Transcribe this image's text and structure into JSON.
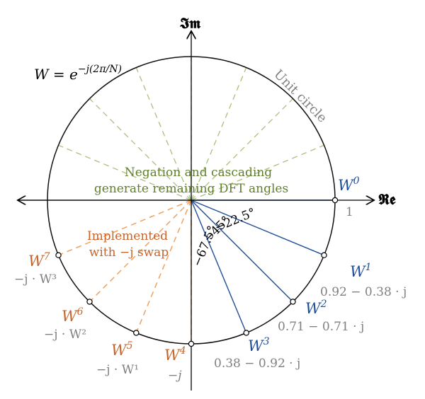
{
  "colors": {
    "axis": "#000000",
    "circle": "#111111",
    "blue": "#1f4e96",
    "orange": "#c8642a",
    "orange_dash": "#f0a15e",
    "green_dash": "#a9bf7d",
    "green_text": "#5f7f2a",
    "gray": "#808080"
  },
  "axes": {
    "imag": "𝕴𝖒",
    "real": "𝕽𝖊"
  },
  "formula": {
    "w": "W = e",
    "exp": "−j(2π/N)"
  },
  "circle_label": "Unit circle",
  "center_note": [
    "Negation and cascading",
    "generate remaining DFT angles"
  ],
  "swap_note": [
    "Implemented",
    "with −j swap"
  ],
  "angle_labels": [
    "−22.5°",
    "−45°",
    "−67.5°"
  ],
  "twiddles": [
    {
      "base": "W",
      "power": "0",
      "value": "1"
    },
    {
      "base": "W",
      "power": "1",
      "value": "0.92 − 0.38 · j"
    },
    {
      "base": "W",
      "power": "2",
      "value": "0.71 − 0.71 · j"
    },
    {
      "base": "W",
      "power": "3",
      "value": "0.38 − 0.92 · j"
    },
    {
      "base": "W",
      "power": "4",
      "value": "−j"
    },
    {
      "base": "W",
      "power": "5",
      "value": "−j · W¹"
    },
    {
      "base": "W",
      "power": "6",
      "value": "−j · W²"
    },
    {
      "base": "W",
      "power": "7",
      "value": "−j · W³"
    }
  ]
}
